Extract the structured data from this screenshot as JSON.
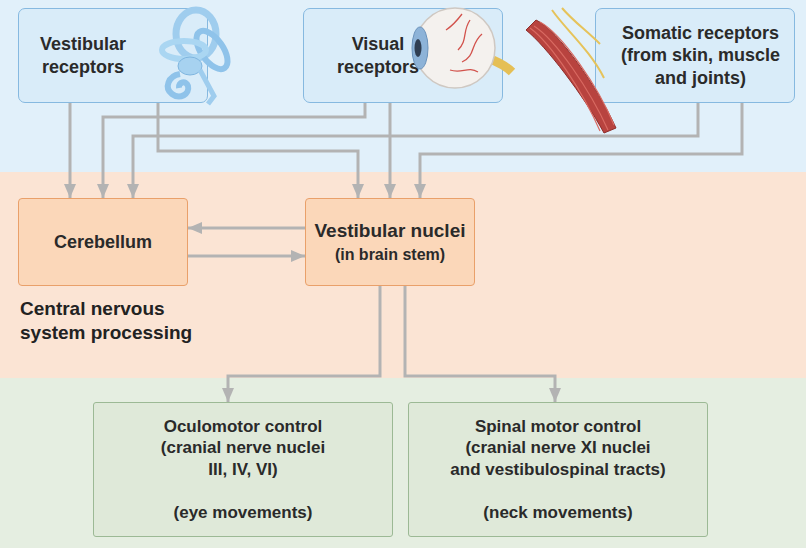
{
  "diagram": {
    "nodes": [
      {
        "text": [
          "Vestibular receptors"
        ]
      },
      {
        "text": [
          "Visual receptors"
        ]
      },
      {
        "text": [
          "Somatic receptors (from skin, muscle and joints)"
        ]
      },
      {
        "text": [
          "Cerebellum"
        ]
      },
      {
        "text": [
          "Vestibular nuclei",
          "(in brain stem)"
        ]
      },
      {
        "text": [
          "Oculomotor control (cranial nerve nuclei III, IV, VI)",
          "(eye movements)"
        ]
      },
      {
        "text": [
          "Spinal motor control (cranial nerve XI nuclei and vestibulospinal tracts)",
          "(neck movements)"
        ]
      }
    ],
    "edges": [
      {
        "from": 0,
        "to": 3,
        "arrow": "to"
      },
      {
        "from": 0,
        "to": 4,
        "arrow": "to"
      },
      {
        "from": 1,
        "to": 3,
        "arrow": "to"
      },
      {
        "from": 1,
        "to": 4,
        "arrow": "to"
      },
      {
        "from": 2,
        "to": 3,
        "arrow": "to"
      },
      {
        "from": 2,
        "to": 4,
        "arrow": "to"
      },
      {
        "from": 4,
        "to": 3,
        "arrow": "to"
      },
      {
        "from": 3,
        "to": 4,
        "arrow": "to"
      },
      {
        "from": 4,
        "to": 5,
        "arrow": "to"
      },
      {
        "from": 4,
        "to": 6,
        "arrow": "to"
      }
    ],
    "labels": [
      "Central nervous system processing"
    ]
  }
}
